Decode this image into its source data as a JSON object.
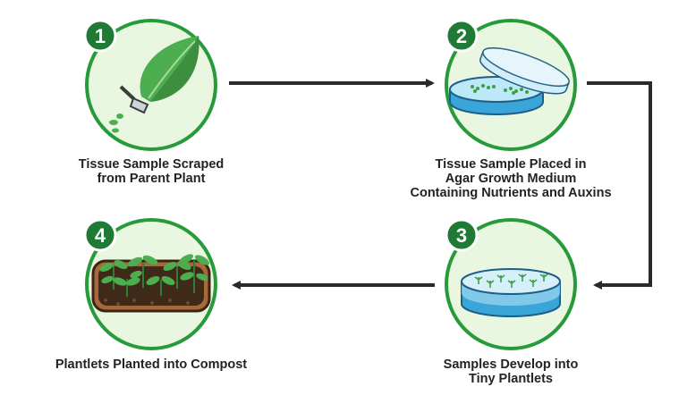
{
  "colors": {
    "circle_fill": "#e9f7e1",
    "circle_stroke": "#279a3a",
    "badge": "#1f7a35",
    "arrow": "#2a2a2a",
    "text": "#232323"
  },
  "steps": [
    {
      "number": "1",
      "icon": "leaf-scraper-icon",
      "caption_lines": [
        "Tissue Sample Scraped",
        "from Parent Plant"
      ]
    },
    {
      "number": "2",
      "icon": "petri-dish-open-icon",
      "caption_lines": [
        "Tissue Sample Placed in",
        "Agar Growth Medium",
        "Containing Nutrients and Auxins"
      ]
    },
    {
      "number": "3",
      "icon": "petri-dish-plantlets-icon",
      "caption_lines": [
        "Samples Develop into",
        "Tiny Plantlets"
      ]
    },
    {
      "number": "4",
      "icon": "compost-tray-seedlings-icon",
      "caption_lines": [
        "Plantlets Planted into Compost"
      ]
    }
  ]
}
